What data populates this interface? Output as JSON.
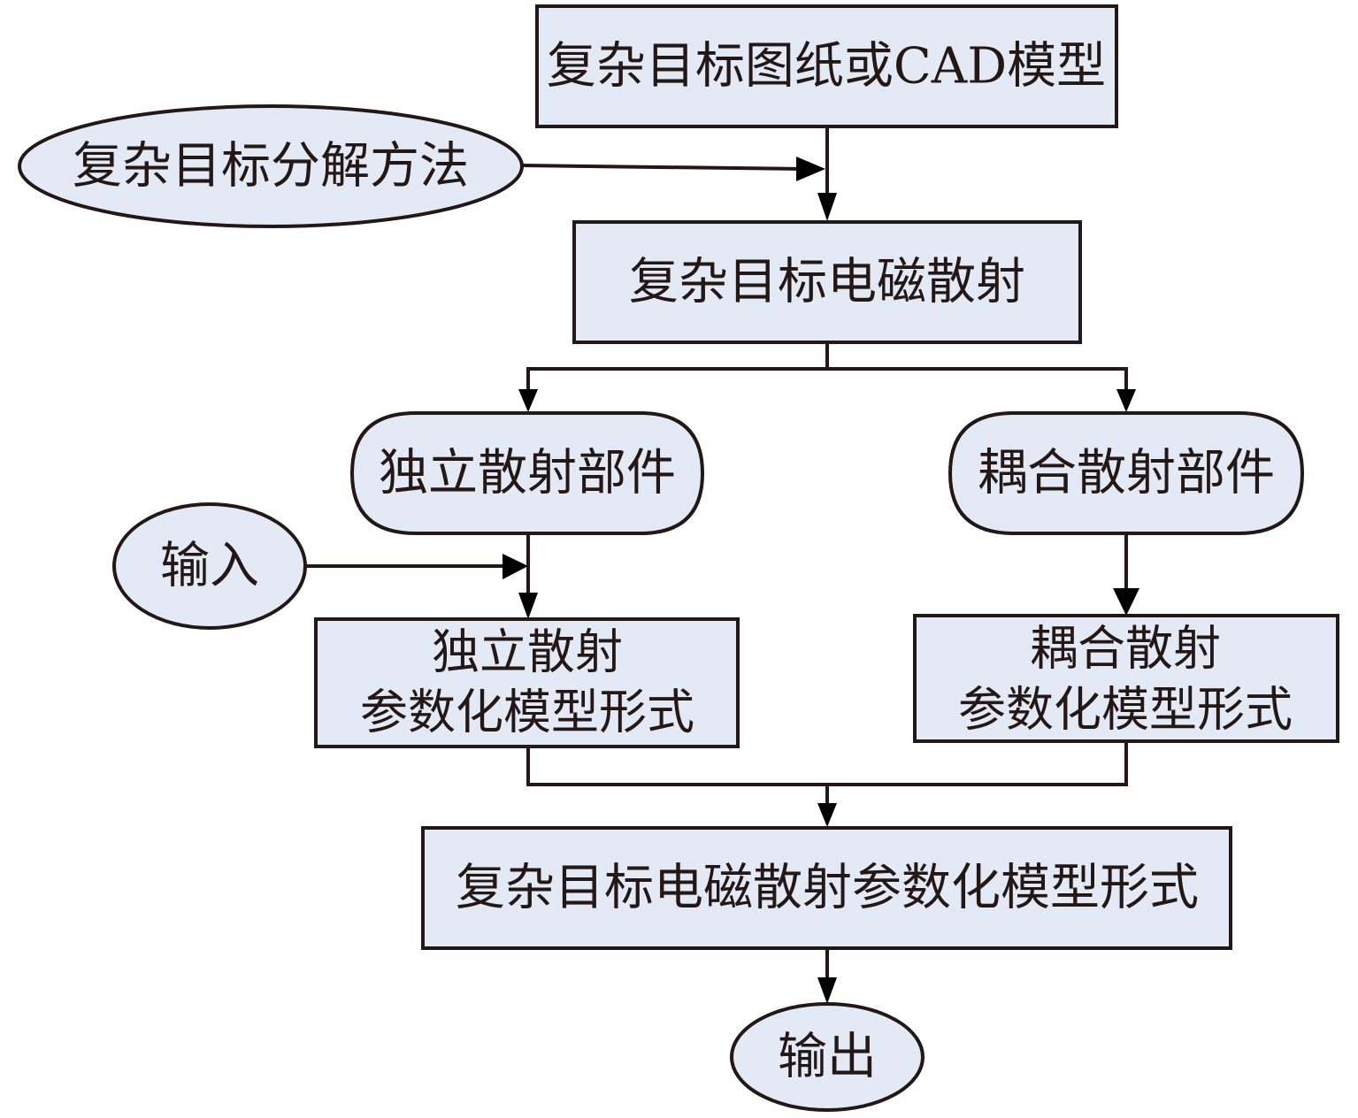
{
  "diagram": {
    "type": "flowchart",
    "colors": {
      "node_fill": "#e4eaf5",
      "stroke": "#231815",
      "arrow": "#000000",
      "background": "#ffffff"
    },
    "nodes": {
      "source": {
        "shape": "rectangle",
        "label": "复杂目标图纸或CAD模型"
      },
      "decomposition": {
        "shape": "ellipse",
        "label": "复杂目标分解方法"
      },
      "scattering": {
        "shape": "rectangle",
        "label": "复杂目标电磁散射"
      },
      "independent_parts": {
        "shape": "stadium",
        "label": "独立散射部件"
      },
      "coupled_parts": {
        "shape": "stadium",
        "label": "耦合散射部件"
      },
      "input": {
        "shape": "ellipse",
        "label": "输入"
      },
      "independent_model": {
        "shape": "rectangle",
        "label_line1": "独立散射",
        "label_line2": "参数化模型形式"
      },
      "coupled_model": {
        "shape": "rectangle",
        "label_line1": "耦合散射",
        "label_line2": "参数化模型形式"
      },
      "combined_model": {
        "shape": "rectangle",
        "label": "复杂目标电磁散射参数化模型形式"
      },
      "output": {
        "shape": "ellipse",
        "label": "输出"
      }
    },
    "edges": [
      {
        "from": "source",
        "to": "scattering"
      },
      {
        "from": "decomposition",
        "to": "scattering"
      },
      {
        "from": "scattering",
        "to": "independent_parts"
      },
      {
        "from": "scattering",
        "to": "coupled_parts"
      },
      {
        "from": "input",
        "to": "independent_model"
      },
      {
        "from": "independent_parts",
        "to": "independent_model"
      },
      {
        "from": "coupled_parts",
        "to": "coupled_model"
      },
      {
        "from": "independent_model",
        "to": "combined_model"
      },
      {
        "from": "coupled_model",
        "to": "combined_model"
      },
      {
        "from": "combined_model",
        "to": "output"
      }
    ]
  }
}
